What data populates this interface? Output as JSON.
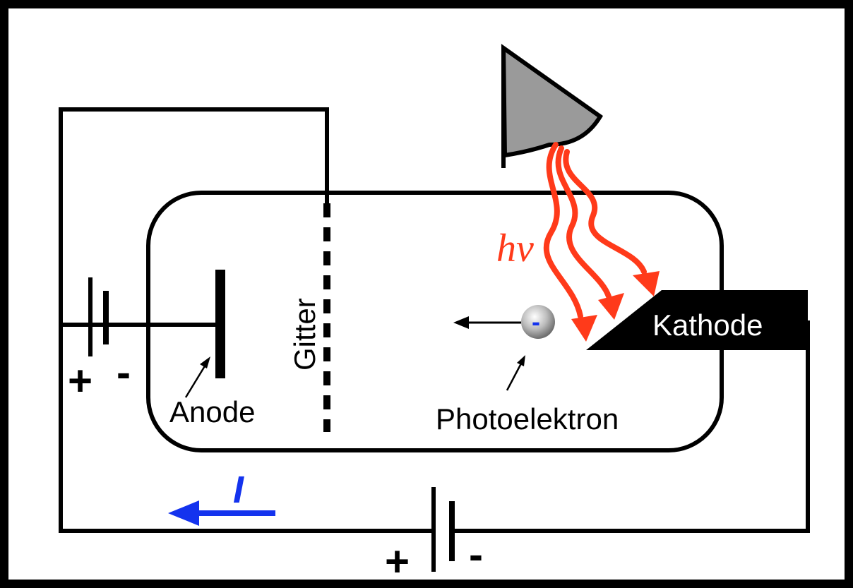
{
  "labels": {
    "gitter": "Gitter",
    "anode": "Anode",
    "kathode": "Kathode",
    "photoelektron": "Photoelektron",
    "photon": "hν",
    "current": "I"
  },
  "signs": {
    "left_battery_plus": "+",
    "left_battery_minus": "-",
    "bottom_battery_plus": "+",
    "bottom_battery_minus": "-",
    "electron_charge": "-"
  },
  "colors": {
    "background": "#000000",
    "panel": "#ffffff",
    "wire": "#000000",
    "light": "#ff3a1a",
    "current": "#1433ee",
    "lamp": "#9a9a9a",
    "electron": "#b8b8b8"
  }
}
